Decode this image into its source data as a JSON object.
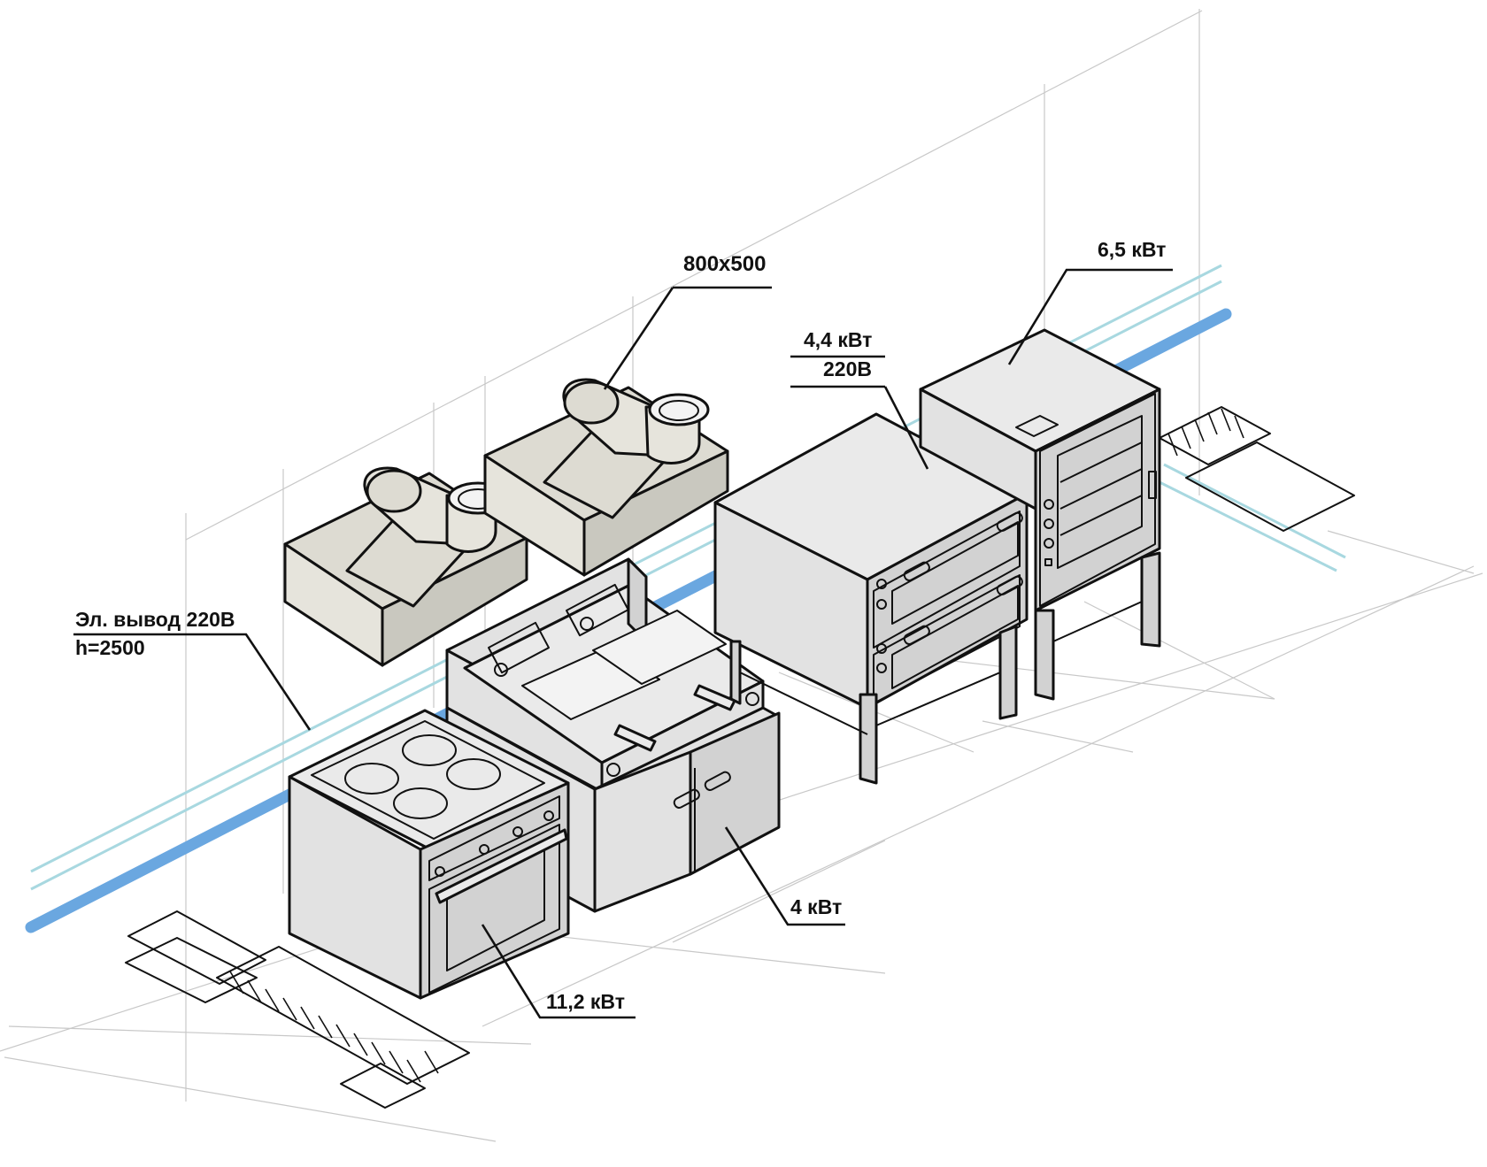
{
  "labels": {
    "hood_size": "800x500",
    "electric_outlet": "Эл. вывод 220В",
    "outlet_height": "h=2500",
    "deck_oven_power": "4,4 кВт",
    "deck_oven_voltage": "220В",
    "convection_oven_power": "6,5 кВт",
    "fryer_power": "4 кВт",
    "stove_power": "11,2 кВт"
  },
  "colors": {
    "main_pipe": "#6aa7e0",
    "secondary_pipe": "#a8d8e0",
    "hood": "#dddbd2",
    "equipment": "#e2e2e2",
    "guide_lines": "#c8c8c8"
  }
}
